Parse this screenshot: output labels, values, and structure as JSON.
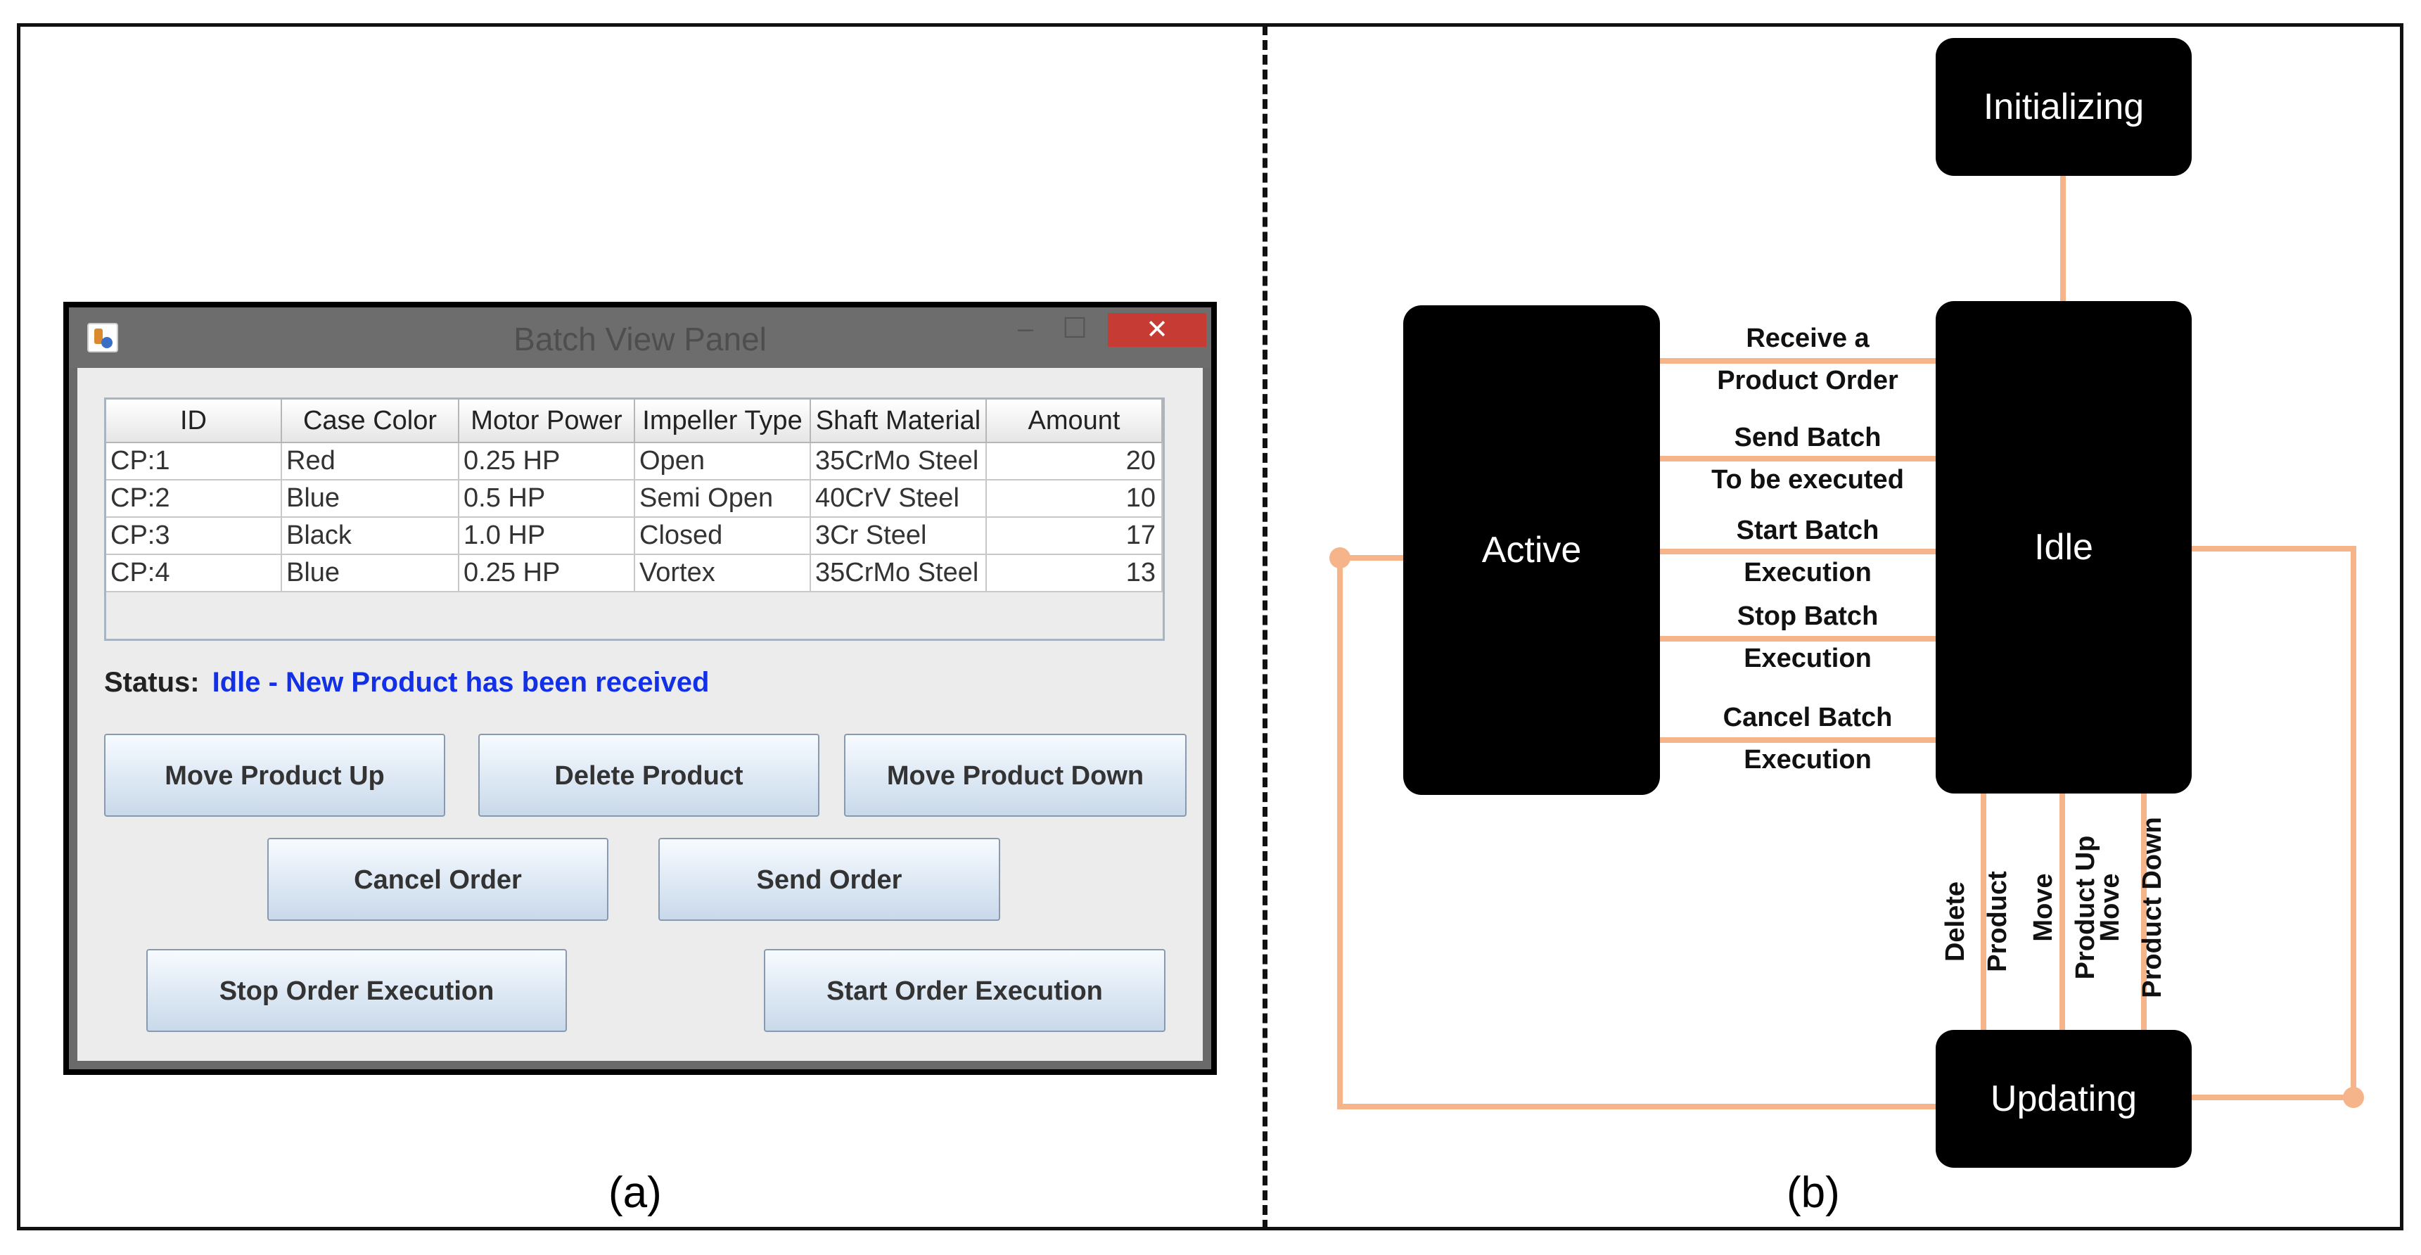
{
  "captions": {
    "a": "(a)",
    "b": "(b)"
  },
  "window": {
    "title": "Batch View Panel",
    "minimize": "–",
    "maximize": "☐",
    "close": "✕"
  },
  "table": {
    "columns": [
      "ID",
      "Case Color",
      "Motor Power",
      "Impeller Type",
      "Shaft Material",
      "Amount"
    ],
    "rows": [
      [
        "CP:1",
        "Red",
        "0.25 HP",
        "Open",
        "35CrMo Steel",
        "20"
      ],
      [
        "CP:2",
        "Blue",
        "0.5 HP",
        "Semi Open",
        "40CrV Steel",
        "10"
      ],
      [
        "CP:3",
        "Black",
        "1.0 HP",
        "Closed",
        "3Cr Steel",
        "17"
      ],
      [
        "CP:4",
        "Blue",
        "0.25 HP",
        "Vortex",
        "35CrMo Steel",
        "13"
      ]
    ]
  },
  "status": {
    "label": "Status:",
    "value": "Idle - New Product has been received"
  },
  "buttons": {
    "move_up": "Move Product Up",
    "delete": "Delete Product",
    "move_down": "Move Product Down",
    "cancel": "Cancel Order",
    "send": "Send Order",
    "stop": "Stop Order Execution",
    "start": "Start Order Execution"
  },
  "diagram": {
    "states": {
      "initializing": "Initializing",
      "active": "Active",
      "idle": "Idle",
      "updating": "Updating"
    },
    "transitions": {
      "receive": [
        "Receive a",
        "Product Order"
      ],
      "send_batch": [
        "Send Batch",
        "To be executed"
      ],
      "start_batch": [
        "Start Batch",
        "Execution"
      ],
      "stop_batch": [
        "Stop Batch",
        "Execution"
      ],
      "cancel_batch": [
        "Cancel Batch",
        "Execution"
      ],
      "delete": [
        "Delete",
        "Product"
      ],
      "move_up": [
        "Move",
        "Product Up"
      ],
      "move_down": [
        "Move",
        "Product Down"
      ]
    },
    "arrow_color": "#f5b48a"
  }
}
